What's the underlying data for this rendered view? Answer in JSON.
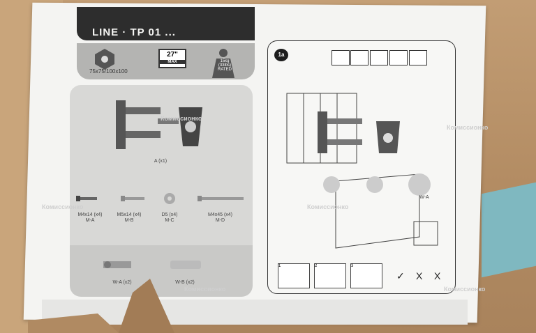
{
  "header": {
    "title": "LINE · TP 01 ..."
  },
  "specs": {
    "vesa": "75x75/100x100",
    "screen_size": "27\"",
    "screen_max": "MAX",
    "load_line1": "15kg",
    "load_line2": "(33lbs)",
    "load_line3": "RATED"
  },
  "left_panel": {
    "bracket_label": "A (x1)",
    "screws": [
      {
        "size": "M4x14 (x4)",
        "code": "M-A"
      },
      {
        "size": "M5x14 (x4)",
        "code": "M-B"
      },
      {
        "size": "D5 (x4)",
        "code": "M-C"
      },
      {
        "size": "M4x45 (x4)",
        "code": "M-D"
      }
    ],
    "anchors": [
      {
        "label": "W-A (x2)"
      },
      {
        "label": "W-B (x2)"
      }
    ]
  },
  "right_panel": {
    "step": "1a",
    "wall_label": "W-A",
    "steps": [
      "1",
      "2",
      "3"
    ],
    "marks": [
      "✓",
      "X",
      "X"
    ]
  },
  "watermark": "Комиссионко"
}
